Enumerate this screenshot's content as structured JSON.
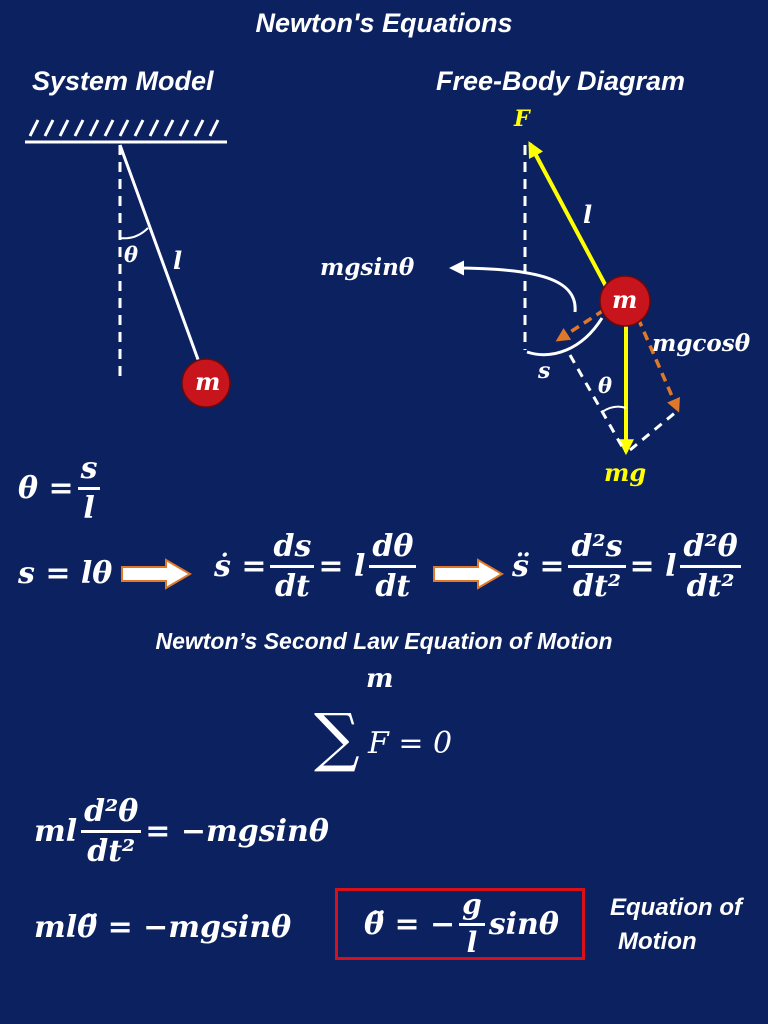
{
  "title": "Newton's Equations",
  "system_model": {
    "heading": "System Model",
    "angle_label": "θ",
    "length_label": "l",
    "mass_label": "m"
  },
  "free_body": {
    "heading": "Free-Body Diagram",
    "force_label": "F",
    "length_label": "l",
    "mass_label": "m",
    "tangential_label": "mgsinθ",
    "normal_label": "mgcosθ",
    "arc_label": "s",
    "angle_label": "θ",
    "weight_label": "mg"
  },
  "colors": {
    "background": "#0b2160",
    "force_arrow": "#ffff00",
    "component_arrow": "#e0782a",
    "mass": "#c8141c",
    "highlight_box": "#d8101a"
  },
  "equations": {
    "theta_def": {
      "lhs": "θ =",
      "num": "s",
      "den": "l"
    },
    "chain": {
      "first": "s = lθ",
      "sdot_lhs": "ṡ =",
      "sdot_num": "ds",
      "sdot_den": "dt",
      "eq_l": "= l",
      "dtheta_num": "dθ",
      "dtheta_den": "dt",
      "sddot_lhs": "s̈ =",
      "d2s_num": "d²s",
      "d2s_den": "dt²",
      "eq_l2": "= l",
      "d2theta_num": "d²θ",
      "d2theta_den": "dt²"
    },
    "newton_heading": "Newton’s Second Law Equation of Motion",
    "sum_top": "m",
    "sum_symbol": "∑",
    "sum_rest": "F = 0",
    "ml_prefix": "ml",
    "ml_num": "d²θ",
    "ml_den": "dt²",
    "ml_rhs": "= −mgsinθ",
    "ml_ddot": "mlθ̈ = −mgsinθ",
    "boxed_lhs": "θ̈ = −",
    "boxed_num": "g",
    "boxed_den": "l",
    "boxed_rhs": "sinθ",
    "eom_label_1": "Equation of",
    "eom_label_2": "Motion"
  }
}
